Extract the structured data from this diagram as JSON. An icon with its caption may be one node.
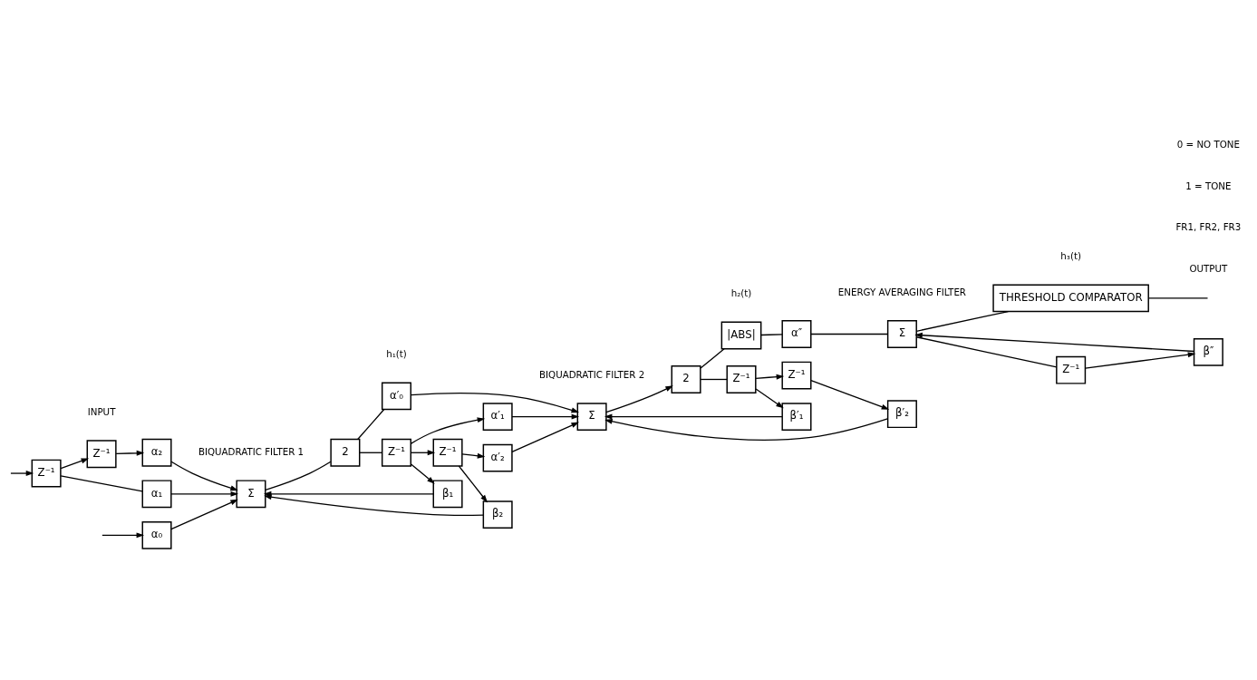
{
  "diagram": {
    "nodes": [
      {
        "text": [
          "α₀"
        ]
      },
      {
        "text": [
          "Σ"
        ]
      },
      {
        "text": [
          "2"
        ]
      },
      {
        "text": [
          "α′₀"
        ]
      },
      {
        "text": [
          "Σ"
        ]
      },
      {
        "text": [
          "2"
        ]
      },
      {
        "text": [
          "|ABS|"
        ]
      },
      {
        "text": [
          "Z⁻¹"
        ]
      },
      {
        "text": [
          "α₁"
        ]
      },
      {
        "text": [
          "β₁"
        ]
      },
      {
        "text": [
          "Z⁻¹"
        ]
      },
      {
        "text": [
          "α′₁"
        ]
      },
      {
        "text": [
          "β′₁"
        ]
      },
      {
        "text": [
          "Z⁻¹"
        ]
      },
      {
        "text": [
          "Z⁻¹"
        ]
      },
      {
        "text": [
          "Z⁻¹"
        ]
      },
      {
        "text": [
          "Z⁻¹"
        ]
      },
      {
        "text": [
          "α₂"
        ]
      },
      {
        "text": [
          "β₂"
        ]
      },
      {
        "text": [
          "α′₂"
        ]
      },
      {
        "text": [
          "β′₂"
        ]
      },
      {
        "text": [
          "THRESHOLD COMPARATOR"
        ]
      },
      {
        "text": [
          "Σ"
        ]
      },
      {
        "text": [
          "α″"
        ]
      },
      {
        "text": [
          "Z⁻¹"
        ]
      },
      {
        "text": [
          "β″"
        ]
      }
    ],
    "edges": [
      {
        "from": null,
        "to": 0,
        "arrow": "to"
      },
      {
        "from": null,
        "to": 7,
        "arrow": "to"
      },
      {
        "from": 0,
        "to": 1,
        "arrow": "to"
      },
      {
        "from": 1,
        "to": 2,
        "arrow": "none"
      },
      {
        "from": 2,
        "to": 3,
        "arrow": "none"
      },
      {
        "from": 2,
        "to": 10,
        "arrow": "none"
      },
      {
        "from": 3,
        "to": 4,
        "arrow": "to"
      },
      {
        "from": 4,
        "to": 5,
        "arrow": "to"
      },
      {
        "from": 5,
        "to": 6,
        "arrow": "none"
      },
      {
        "from": 5,
        "to": 13,
        "arrow": "none"
      },
      {
        "from": 7,
        "to": 8,
        "arrow": "none"
      },
      {
        "from": 7,
        "to": 14,
        "arrow": "to"
      },
      {
        "from": 8,
        "to": 1,
        "arrow": "to"
      },
      {
        "from": 14,
        "to": 17,
        "arrow": "to"
      },
      {
        "from": 17,
        "to": 1,
        "arrow": "to"
      },
      {
        "from": 10,
        "to": 9,
        "arrow": "to"
      },
      {
        "from": 10,
        "to": 11,
        "arrow": "to"
      },
      {
        "from": 10,
        "to": 15,
        "arrow": "to"
      },
      {
        "from": 9,
        "to": 1,
        "arrow": "to"
      },
      {
        "from": 15,
        "to": 18,
        "arrow": "to"
      },
      {
        "from": 15,
        "to": 19,
        "arrow": "to"
      },
      {
        "from": 18,
        "to": 1,
        "arrow": "to"
      },
      {
        "from": 11,
        "to": 4,
        "arrow": "to"
      },
      {
        "from": 19,
        "to": 4,
        "arrow": "to"
      },
      {
        "from": 13,
        "to": 12,
        "arrow": "to"
      },
      {
        "from": 13,
        "to": 16,
        "arrow": "to"
      },
      {
        "from": 16,
        "to": 20,
        "arrow": "to"
      },
      {
        "from": 12,
        "to": 4,
        "arrow": "to"
      },
      {
        "from": 20,
        "to": 4,
        "arrow": "to"
      },
      {
        "from": 6,
        "to": 23,
        "arrow": "none"
      },
      {
        "from": 23,
        "to": 22,
        "arrow": "none"
      },
      {
        "from": 22,
        "to": 21,
        "arrow": "none"
      },
      {
        "from": 22,
        "to": 24,
        "arrow": "none"
      },
      {
        "from": 24,
        "to": 25,
        "arrow": "to"
      },
      {
        "from": 25,
        "to": 22,
        "arrow": "to"
      },
      {
        "from": 21,
        "to": null,
        "arrow": "none"
      }
    ],
    "labels": [
      "INPUT",
      "BIQUADRATIC FILTER 1",
      "h₁(t)",
      "BIQUADRATIC FILTER 2",
      "h₂(t)",
      "ENERGY AVERAGING FILTER",
      "OUTPUT",
      "FR1, FR2, FR3",
      "h₃(t)",
      "1 = TONE",
      "0 = NO TONE"
    ]
  }
}
